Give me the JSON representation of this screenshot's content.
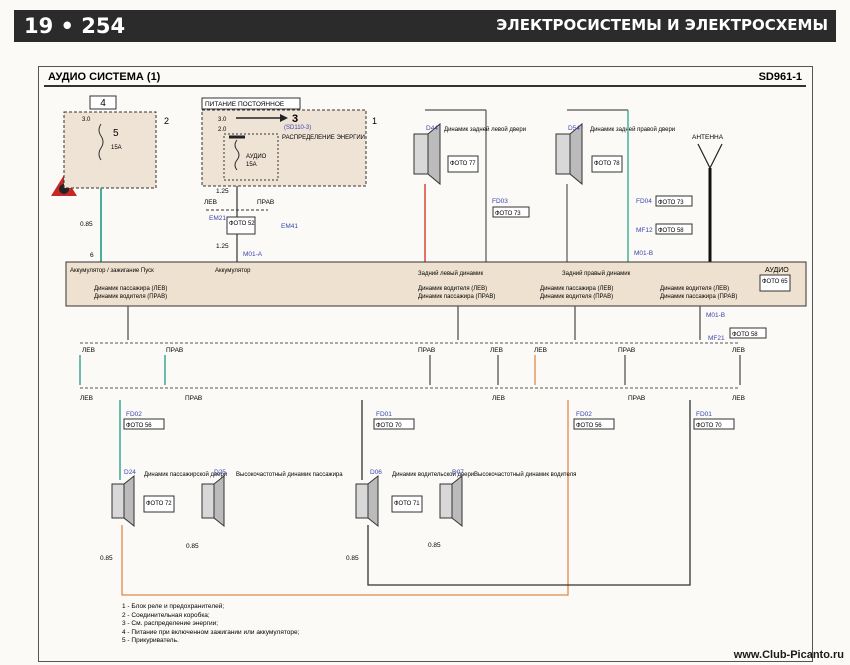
{
  "header": {
    "page": "19 • 254",
    "title": "ЭЛЕКТРОСИСТЕМЫ И ЭЛЕКТРОСХЕМЫ"
  },
  "diagram": {
    "subtitle": "АУДИО СИСТЕМА (1)",
    "code": "SD961-1"
  },
  "boxes": {
    "fuse_box_no": "4",
    "fuse_ref": "2",
    "fuse_num": "5",
    "fuse_rating": "15A",
    "fuse_term": "3.0",
    "power_title": "ПИТАНИЕ ПОСТОЯННОЕ",
    "power_ref": "1",
    "power_num": "3",
    "power_link": "(SD110-3)",
    "power_dist": "РАСПРЕДЕЛЕНИЕ ЭНЕРГИИ",
    "audio_fuse": "АУДИО",
    "audio_rating": "15A",
    "pt1": "3.0",
    "pt2": "2.0"
  },
  "antenna": "АНТЕННА",
  "audio_unit": {
    "label": "АУДИО",
    "photo": "ФОТО 65",
    "pins_top": [
      "Аккумулятор / зажигание Пуск",
      "Аккумулятор",
      "Задний левый динамик",
      "Задний правый динамик"
    ],
    "pins_bottom": [
      "Динамик пассажира (ЛЕВ)",
      "Динамик водителя (ПРАВ)",
      "Динамик водителя (ЛЕВ)",
      "Динамик пассажира (ПРАВ)",
      "Динамик пассажира (ЛЕВ)",
      "Динамик водителя (ПРАВ)",
      "Динамик водителя (ЛЕВ)",
      "Динамик пассажира (ПРАВ)"
    ]
  },
  "speakers": {
    "rear_left": {
      "name": "Динамик задней левой двери",
      "conn": "D44",
      "photo": "ФОТО 77"
    },
    "rear_right": {
      "name": "Динамик задней правой двери",
      "conn": "D54",
      "photo": "ФОТО 78"
    },
    "pass": {
      "name": "Динамик пассажирской двери",
      "conn": "D24",
      "photo": "ФОТО 72"
    },
    "pass_tw": {
      "name": "Высокочастотный динамик пассажира",
      "conn": "D25"
    },
    "drv": {
      "name": "Динамик водительской двери",
      "conn": "D06",
      "photo": "ФОТО 71"
    },
    "drv_tw": {
      "name": "Высокочастотный динамик водителя",
      "conn": "D07"
    }
  },
  "connectors": {
    "em21": "EM21",
    "em41": "EM41",
    "photo52": "ФОТО 52",
    "m01a": "M01-A",
    "m01b": "M01-B",
    "fd03": "FD03",
    "photo73": "ФОТО 73",
    "fd04": "FD04",
    "photo73b": "ФОТО 73",
    "mf12": "MF12",
    "photo58": "ФОТО 58",
    "mf21": "MF21",
    "photo58b": "ФОТО 58",
    "fd02": "FD02",
    "photo56": "ФОТО 56",
    "fd01": "FD01",
    "photo70": "ФОТО 70",
    "fd02b": "FD02",
    "photo56b": "ФОТО 56",
    "fd01b": "FD01",
    "photo70b": "ФОТО 70"
  },
  "words": {
    "lev": "ЛЕВ",
    "prav": "ПРАВ"
  },
  "wire_sizes": [
    "1.25",
    "0.85"
  ],
  "legend": [
    "1 - Блок реле и предохранителей;",
    "2 - Соединительная коробка;",
    "3 - См. распределение энергии;",
    "4 - Питание при включенном зажигании или аккумуляторе;",
    "5 - Прикуриватель."
  ],
  "watermark": "www.Club-Picanto.ru",
  "colors": {
    "green": "#1f9a86",
    "orange": "#e08a4a",
    "red": "#d83a2a",
    "blue": "#3a46b0",
    "purple": "#7a62a8",
    "unit": "#efe1cf"
  }
}
